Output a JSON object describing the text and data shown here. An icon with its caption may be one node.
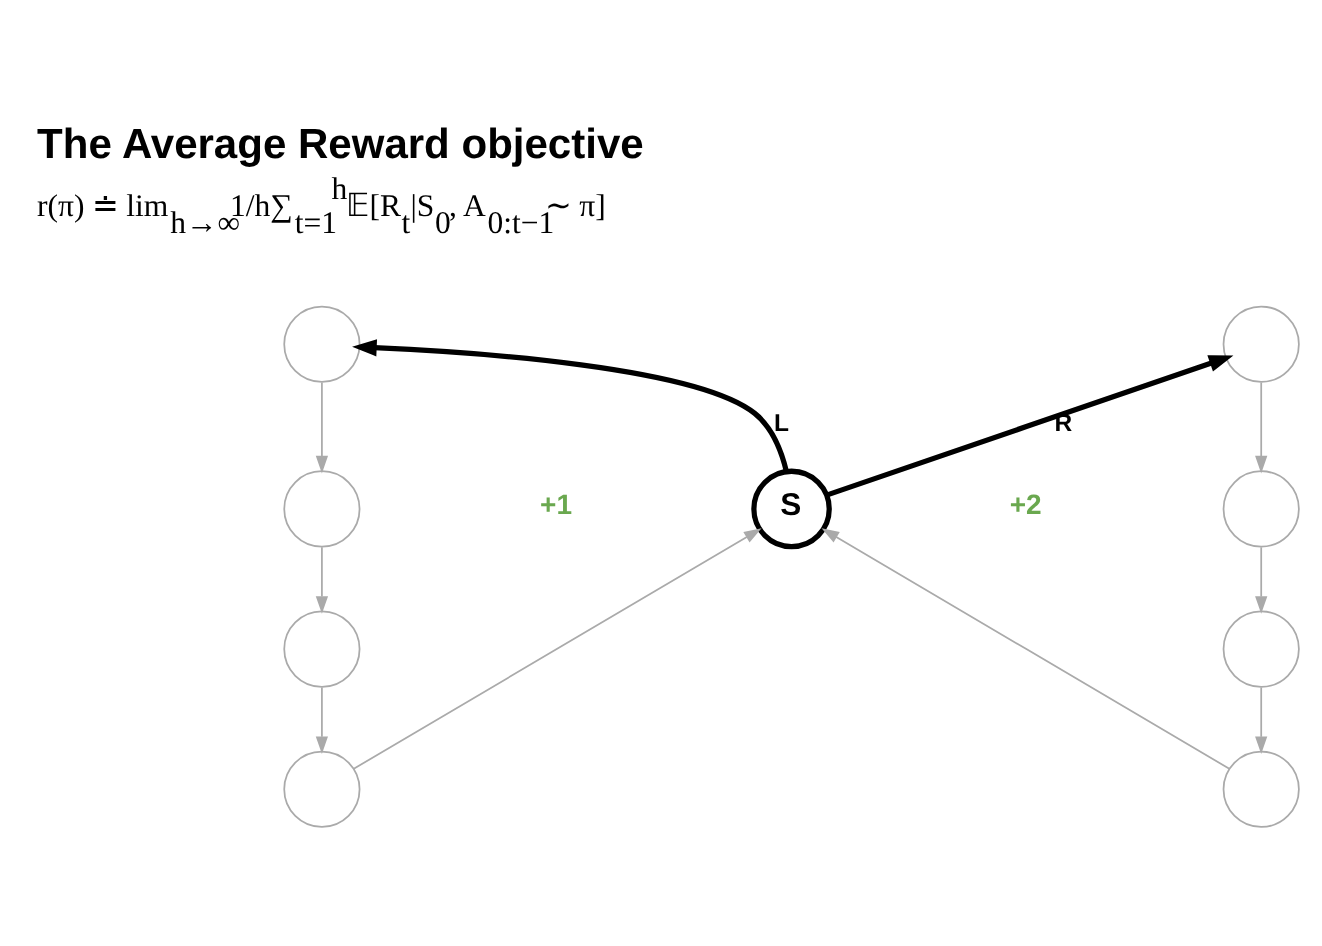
{
  "diagram": {
    "title": "The Average Reward objective",
    "nodes": [
      {
        "text": [],
        "shape": "circle"
      },
      {
        "text": [],
        "shape": "circle"
      },
      {
        "text": [],
        "shape": "circle"
      },
      {
        "text": [],
        "shape": "circle"
      },
      {
        "text": [
          "S"
        ]
      },
      {
        "text": [],
        "shape": "circle"
      },
      {
        "text": [],
        "shape": "circle"
      },
      {
        "text": [],
        "shape": "circle"
      },
      {
        "text": [],
        "shape": "circle"
      }
    ],
    "edges": [
      {
        "from": 0,
        "to": 2,
        "arrow": "to"
      },
      {
        "from": 2,
        "to": 5,
        "arrow": "to"
      },
      {
        "from": 5,
        "to": 7,
        "arrow": "to"
      },
      {
        "from": 7,
        "to": 4,
        "arrow": "to"
      },
      {
        "from": 1,
        "to": 3,
        "arrow": "to"
      },
      {
        "from": 3,
        "to": 6,
        "arrow": "to"
      },
      {
        "from": 6,
        "to": 8,
        "arrow": "to"
      },
      {
        "from": 8,
        "to": 4,
        "arrow": "to"
      },
      {
        "from": 4,
        "to": 0,
        "arrow": "to",
        "label": "L",
        "style": "thick",
        "color": "#000000"
      },
      {
        "from": 4,
        "to": 1,
        "arrow": "to",
        "label": "R",
        "style": "thick",
        "color": "#000000"
      }
    ],
    "labels": [
      "r(π) ≐ lim$_{h→∞}$1/h∑$_{t=1}$$^{h}$𝔼[R$_{t}$|S$_{0}$, A$_{0:t−1}$∼ π]",
      "+1",
      "+2"
    ]
  }
}
